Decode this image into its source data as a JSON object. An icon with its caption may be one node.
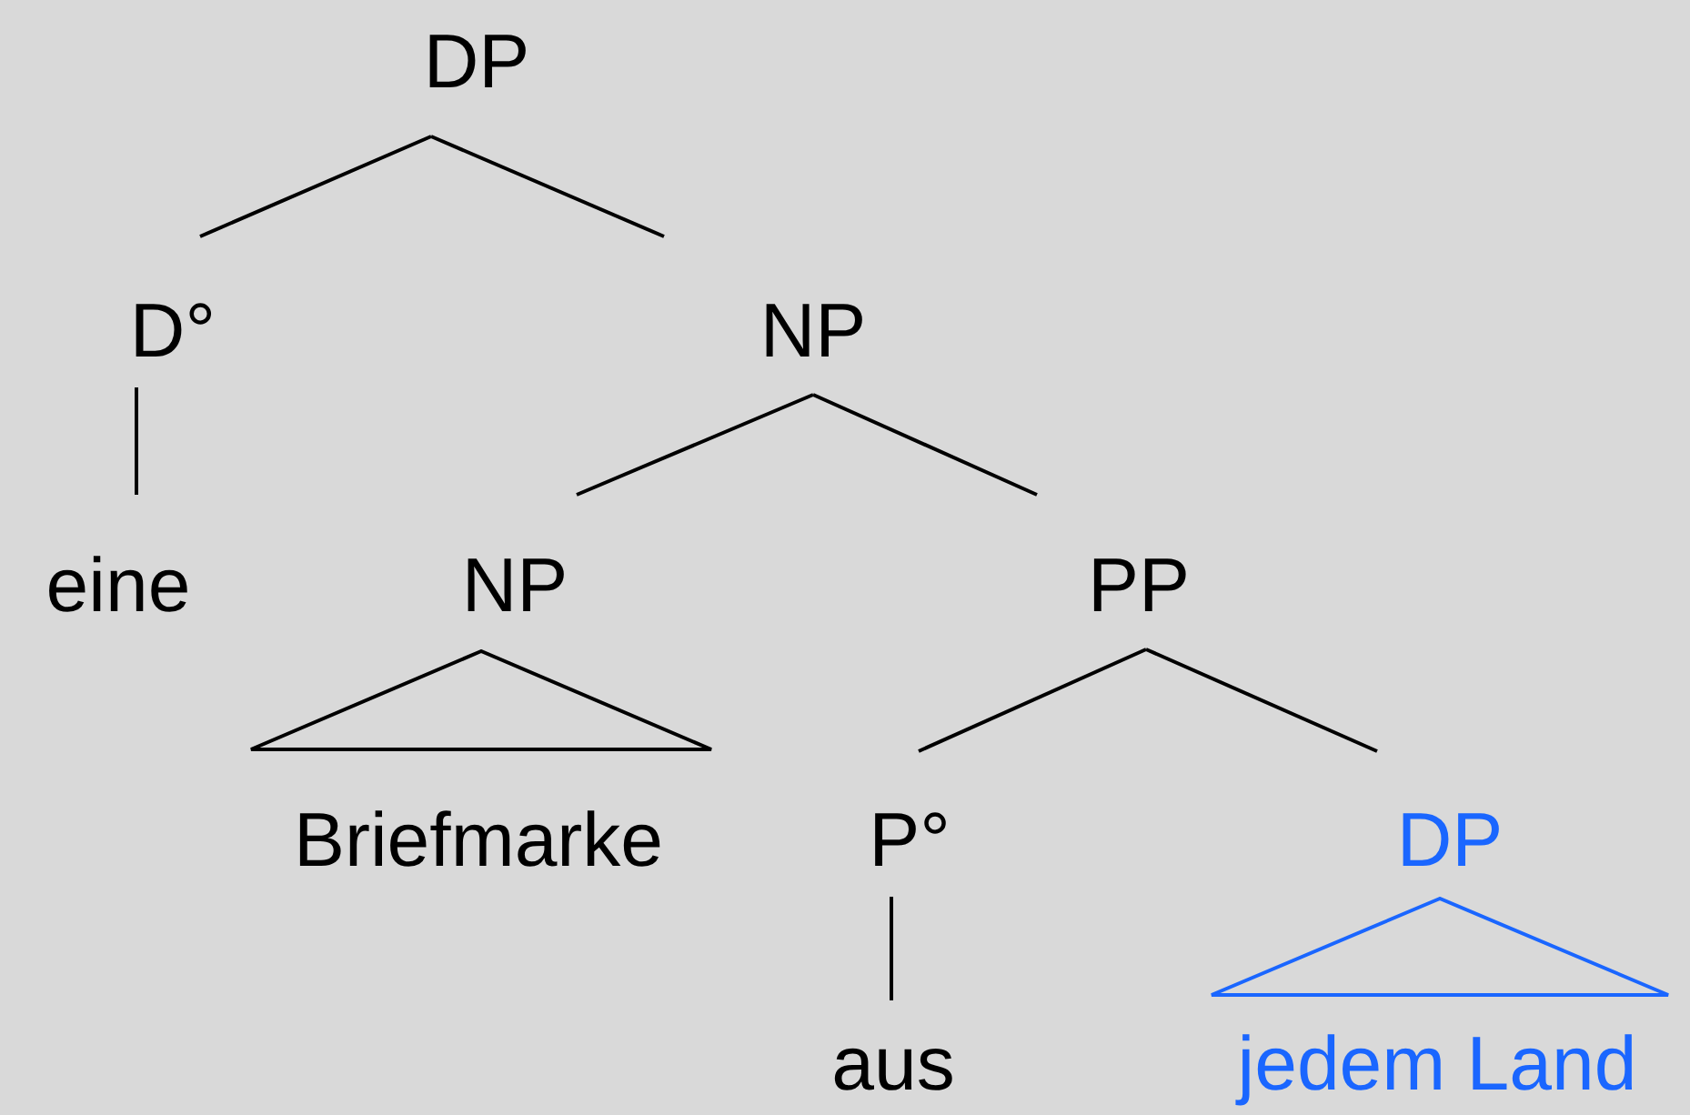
{
  "diagram": {
    "nodes": [
      {
        "text": [
          "DP"
        ]
      },
      {
        "text": [
          "D°"
        ]
      },
      {
        "text": [
          "NP"
        ]
      },
      {
        "text": [
          "eine"
        ]
      },
      {
        "text": [
          "NP"
        ]
      },
      {
        "text": [
          "PP"
        ]
      },
      {
        "text": [],
        "shape": "triangle"
      },
      {
        "text": [
          "Briefmarke"
        ]
      },
      {
        "text": [
          "P°"
        ]
      },
      {
        "text": [
          "DP"
        ]
      },
      {
        "text": [],
        "shape": "triangle"
      },
      {
        "text": [
          "aus"
        ]
      },
      {
        "text": [
          "jedem Land"
        ]
      }
    ],
    "edges": [
      {
        "from": 0,
        "to": 1,
        "arrow": "none"
      },
      {
        "from": 0,
        "to": 2,
        "arrow": "none"
      },
      {
        "from": 1,
        "to": 3,
        "arrow": "none"
      },
      {
        "from": 2,
        "to": 4,
        "arrow": "none"
      },
      {
        "from": 2,
        "to": 5,
        "arrow": "none"
      },
      {
        "from": 5,
        "to": 8,
        "arrow": "none"
      },
      {
        "from": 5,
        "to": 9,
        "arrow": "none"
      },
      {
        "from": 8,
        "to": 11,
        "arrow": "none"
      }
    ]
  }
}
